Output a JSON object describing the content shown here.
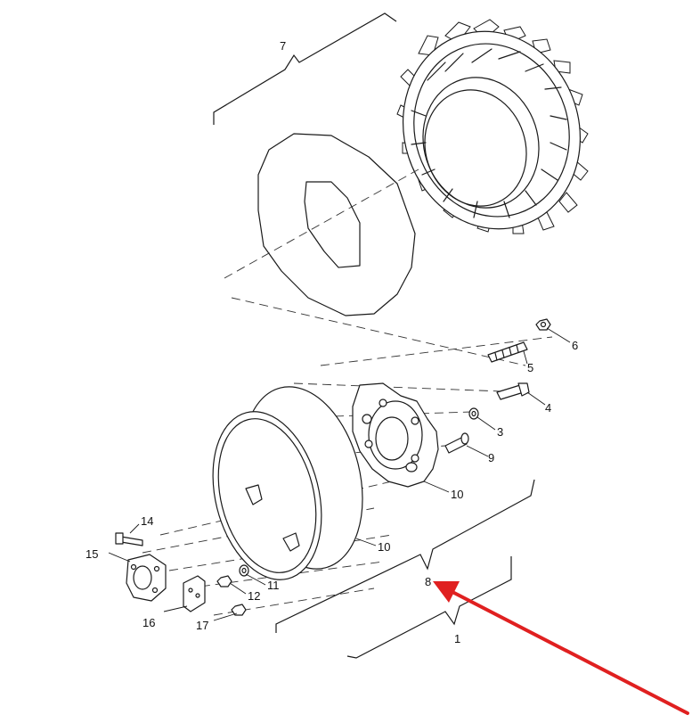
{
  "callouts": {
    "c1": "1",
    "c3": "3",
    "c4": "4",
    "c5": "5",
    "c6": "6",
    "c7": "7",
    "c8": "8",
    "c9": "9",
    "c10a": "10",
    "c10b": "10",
    "c11": "11",
    "c12": "12",
    "c14": "14",
    "c15": "15",
    "c16": "16",
    "c17": "17"
  },
  "colors": {
    "arrow": "#e02020",
    "line": "#1a1a1a"
  },
  "icons": {
    "pointer": "red-arrow-icon"
  }
}
